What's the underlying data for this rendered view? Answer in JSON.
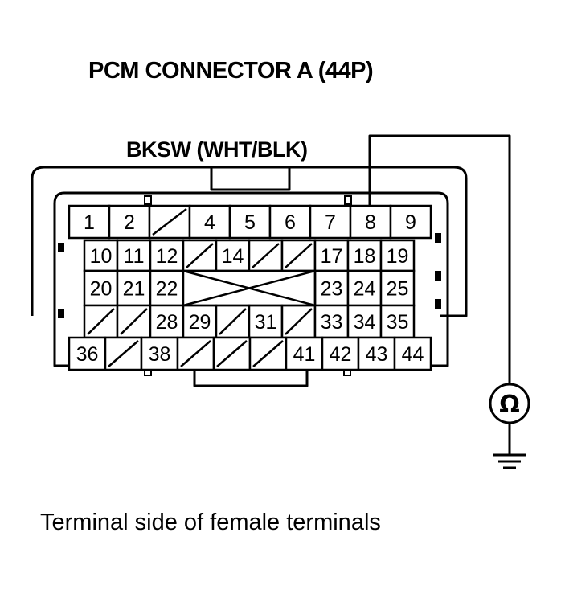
{
  "title": "PCM CONNECTOR A (44P)",
  "wire_label": "BKSW (WHT/BLK)",
  "caption": "Terminal side of female terminals",
  "meter_symbol": "Ω",
  "connector": {
    "rows": [
      [
        "1",
        "2",
        "",
        "4",
        "5",
        "6",
        "7",
        "8",
        "9"
      ],
      [
        "10",
        "11",
        "12",
        "",
        "14",
        "",
        "",
        "17",
        "18",
        "19"
      ],
      [
        "20",
        "21",
        "22",
        "",
        "",
        "",
        "",
        "23",
        "24",
        "25"
      ],
      [
        "",
        "",
        "28",
        "29",
        "",
        "31",
        "",
        "33",
        "34",
        "35"
      ],
      [
        "36",
        "",
        "38",
        "",
        "",
        "",
        "41",
        "42",
        "43",
        "44"
      ]
    ],
    "probe_terminal": "8"
  },
  "colors": {
    "ink": "#000000",
    "background": "#ffffff"
  }
}
